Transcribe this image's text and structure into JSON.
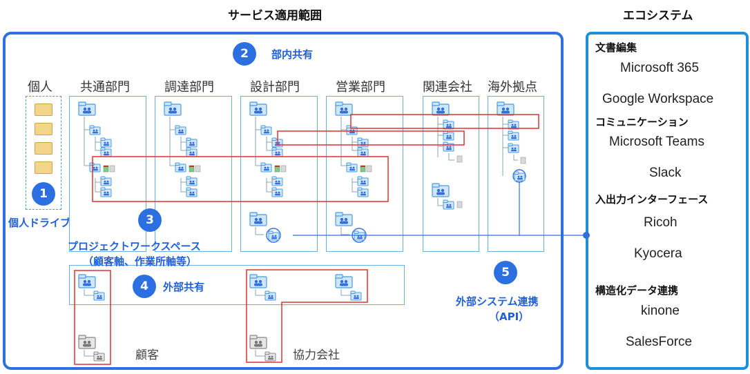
{
  "service_title": "サービス適用範囲",
  "eco_title": "エコシステム",
  "departments": [
    "個人",
    "共通部門",
    "調達部門",
    "設計部門",
    "営業部門",
    "関連会社",
    "海外拠点"
  ],
  "badges": [
    {
      "num": "1",
      "label": "個人ドライブ"
    },
    {
      "num": "2",
      "label": "部内共有"
    },
    {
      "num": "3",
      "label": "プロジェクトワークスペース",
      "sub": "（顧客軸、作業所軸等）"
    },
    {
      "num": "4",
      "label": "外部共有"
    },
    {
      "num": "5",
      "label": "外部システム連携",
      "sub": "（API）"
    }
  ],
  "external": [
    "顧客",
    "協力会社"
  ],
  "eco": [
    {
      "heading": "文書編集",
      "items": [
        "Microsoft 365",
        "Google Workspace"
      ]
    },
    {
      "heading": "コミュニケーション",
      "items": [
        "Microsoft Teams",
        "Slack"
      ]
    },
    {
      "heading": "入出力インターフェース",
      "items": [
        "Ricoh",
        "Kyocera"
      ]
    },
    {
      "heading": "構造化データ連携",
      "items": [
        "kinone",
        "SalesForce"
      ]
    }
  ],
  "colors": {
    "main_frame": "#2f6fe0",
    "eco_frame": "#1e90d8",
    "folder_blue": "#4a9ae0",
    "highlight_red": "#e03030"
  }
}
